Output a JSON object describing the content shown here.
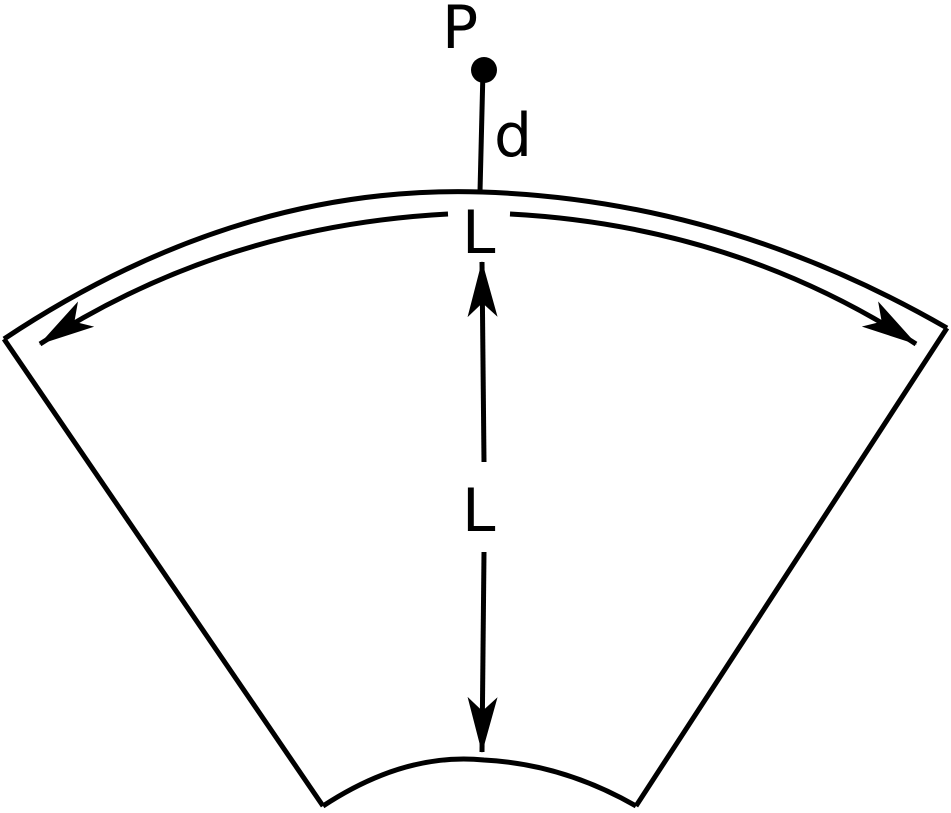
{
  "labels": {
    "point": "P",
    "distance": "d",
    "arc_length": "L",
    "radial_length": "L"
  },
  "colors": {
    "stroke": "#000000",
    "background": "#ffffff"
  }
}
